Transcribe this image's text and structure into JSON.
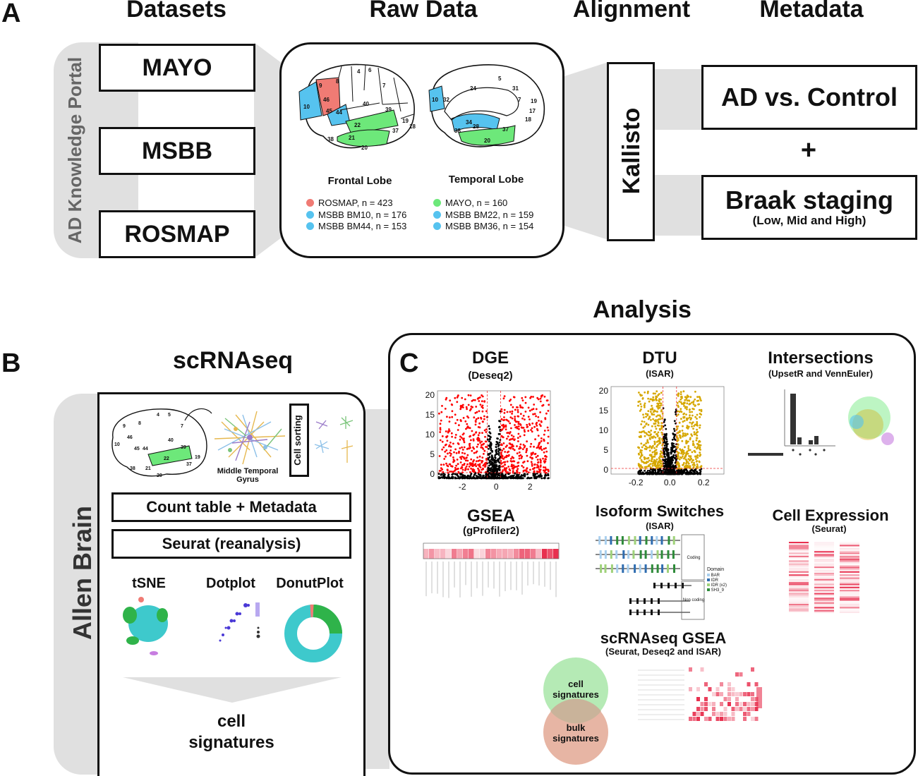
{
  "panel_a": {
    "letter": "A",
    "headers": {
      "datasets": "Datasets",
      "raw_data": "Raw Data",
      "alignment": "Alignment",
      "metadata": "Metadata"
    },
    "portal_label": "AD Knowledge Portal",
    "datasets": [
      "MAYO",
      "MSBB",
      "ROSMAP"
    ],
    "frontal_lobe": "Frontal Lobe",
    "temporal_lobe": "Temporal Lobe",
    "legend_frontal": [
      {
        "label": "ROSMAP, n = 423",
        "color": "#f07b74"
      },
      {
        "label": "MSBB BM10, n = 176",
        "color": "#56c3ef"
      },
      {
        "label": "MSBB BM44, n = 153",
        "color": "#56c3ef"
      }
    ],
    "legend_temporal": [
      {
        "label": "MAYO, n = 160",
        "color": "#6de87a"
      },
      {
        "label": "MSBB BM22, n = 159",
        "color": "#56c3ef"
      },
      {
        "label": "MSBB BM36, n = 154",
        "color": "#56c3ef"
      }
    ],
    "aligner": "Kallisto",
    "meta_1": "AD vs. Control",
    "plus": "+",
    "meta_2": "Braak staging",
    "meta_2_sub": "(Low, Mid and High)"
  },
  "panel_b": {
    "letter": "B",
    "header": "scRNAseq",
    "side_label": "Allen Brain",
    "cell_sorting": "Cell sorting",
    "region": "Middle Temporal Gyrus",
    "step_1": "Count table + Metadata",
    "step_2": "Seurat (reanalysis)",
    "plot_1": "tSNE",
    "plot_2": "Dotplot",
    "plot_3": "DonutPlot",
    "output_line_1": "cell",
    "output_line_2": "signatures"
  },
  "panel_c": {
    "letter": "C",
    "header": "Analysis",
    "dge": {
      "title": "DGE",
      "sub": "(Deseq2)",
      "yticks": [
        "20",
        "15",
        "10",
        "5",
        "0"
      ],
      "xticks": [
        "-2",
        "0",
        "2"
      ]
    },
    "dtu": {
      "title": "DTU",
      "sub": "(ISAR)",
      "yticks": [
        "20",
        "15",
        "10",
        "5",
        "0"
      ],
      "xticks": [
        "-0.2",
        "0.0",
        "0.2"
      ]
    },
    "intersections": {
      "title": "Intersections",
      "sub": "(UpsetR and VennEuler)"
    },
    "gsea": {
      "title": "GSEA",
      "sub": "(gProfiler2)"
    },
    "isoform": {
      "title": "Isoform Switches",
      "sub": "(ISAR)",
      "coding": "Coding",
      "non_coding": "Non coding",
      "domain_title": "Domain",
      "domains": [
        "BAR",
        "IDR",
        "IDR (x2)",
        "SH3_9"
      ]
    },
    "cell_expr": {
      "title": "Cell Expression",
      "sub": "(Seurat)"
    },
    "sc_gsea": {
      "title": "scRNAseq GSEA",
      "sub": "(Seurat, Deseq2 and ISAR)"
    },
    "venn_top_1": "cell",
    "venn_top_2": "signatures",
    "venn_bottom_1": "bulk",
    "venn_bottom_2": "signatures"
  },
  "colors": {
    "frontal_red": "#f07b74",
    "blue": "#56c3ef",
    "green": "#6de87a",
    "gray_band": "#e0e0e0",
    "dge_red": "#ff0000",
    "dtu_gold": "#d6a700"
  }
}
